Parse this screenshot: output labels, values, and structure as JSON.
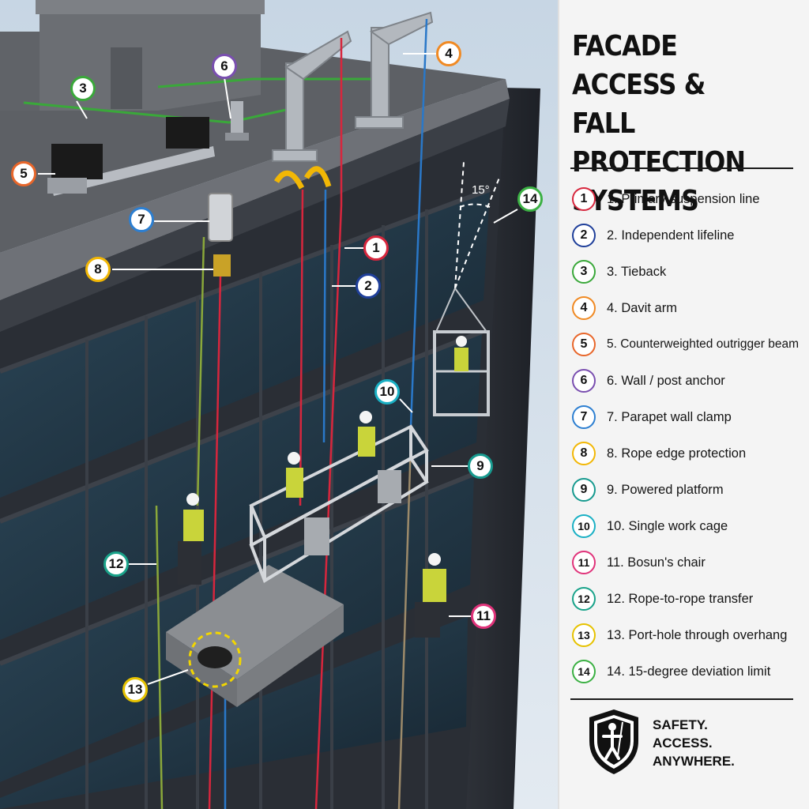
{
  "title_lines": [
    "FACADE ACCESS &",
    "FALL PROTECTION",
    "SYSTEMS"
  ],
  "angle_label": "15°",
  "legend": [
    {
      "num": "1",
      "text": "1.  Primary suspension line",
      "color": "#d7263d"
    },
    {
      "num": "2",
      "text": "2.  Independent lifeline",
      "color": "#1f3f9a"
    },
    {
      "num": "3",
      "text": "3.  Tieback",
      "color": "#3aa83a"
    },
    {
      "num": "4",
      "text": "4.  Davit arm",
      "color": "#f08a24"
    },
    {
      "num": "5",
      "text": "5.  Counterweighted outrigger beam",
      "color": "#e8662a"
    },
    {
      "num": "6",
      "text": "6.  Wall / post anchor",
      "color": "#7a4fb0"
    },
    {
      "num": "7",
      "text": "7.  Parapet wall clamp",
      "color": "#2d7fd1"
    },
    {
      "num": "8",
      "text": "8.  Rope edge protection",
      "color": "#f2b705"
    },
    {
      "num": "9",
      "text": "9.  Powered platform",
      "color": "#179a8f"
    },
    {
      "num": "10",
      "text": "10. Single work cage",
      "color": "#1ab0c4"
    },
    {
      "num": "11",
      "text": "11. Bosun's chair",
      "color": "#e0337a"
    },
    {
      "num": "12",
      "text": "12. Rope-to-rope transfer",
      "color": "#1aa38a"
    },
    {
      "num": "13",
      "text": "13. Port-hole through overhang",
      "color": "#e6c200"
    },
    {
      "num": "14",
      "text": "14. 15-degree deviation limit",
      "color": "#3bb043"
    }
  ],
  "tagline": [
    "SAFETY.",
    "ACCESS.",
    "ANYWHERE."
  ],
  "colors": {
    "building": "#2c3038",
    "glass": "#1e3442",
    "roof": "#5a5d62",
    "sky": "#cfdbe6",
    "panel": "#f4f4f4",
    "primary_rope": "#d7263d",
    "lifeline": "#2a78c8",
    "tieback": "#3aa83a"
  }
}
